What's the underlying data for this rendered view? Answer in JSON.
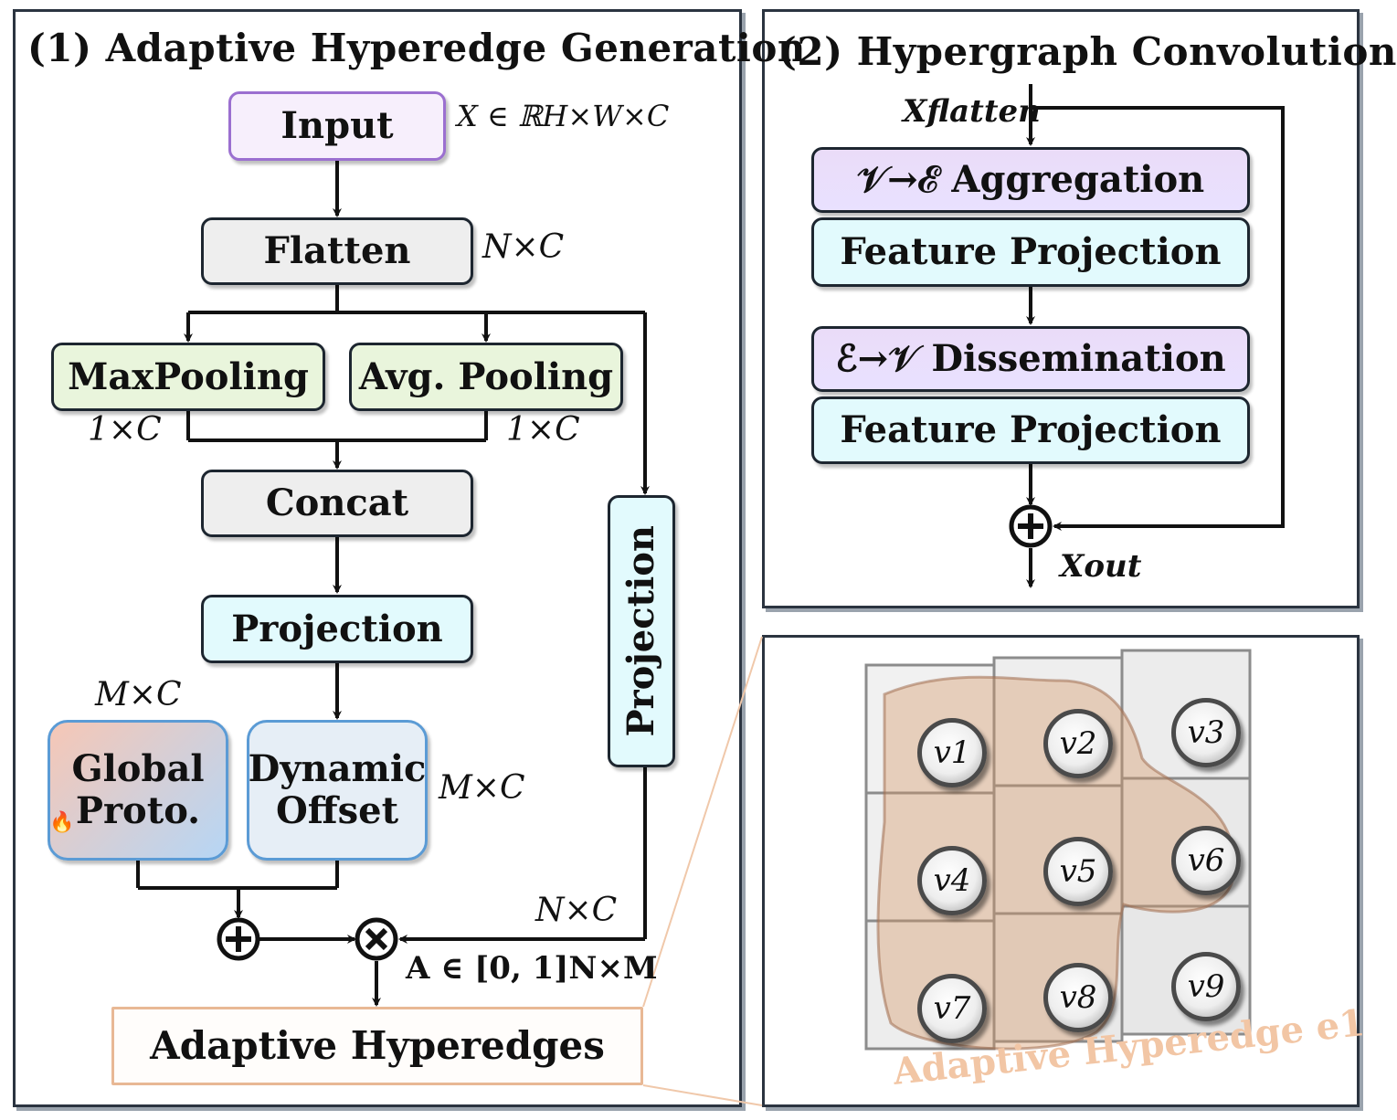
{
  "panel1": {
    "title": "(1) Adaptive Hyperedge Generation",
    "input_label": "Input",
    "input_dim": "X ∈ ℝH×W×C",
    "flatten_label": "Flatten",
    "flatten_dim": "N×C",
    "maxpool_label": "MaxPooling",
    "avgpool_label": "Avg. Pooling",
    "pool_dim_left": "1×C",
    "pool_dim_right": "1×C",
    "concat_label": "Concat",
    "projection_label": "Projection",
    "side_projection_label": "Projection",
    "proto_dim": "M×C",
    "global_proto_label": "Global Proto.",
    "dynamic_offset_label": "Dynamic Offset",
    "offset_dim": "M×C",
    "side_dim": "N×C",
    "assoc_label": "A ∈ [0, 1]N×M",
    "output_label": "Adaptive Hyperedges",
    "add_symbol": "⊕",
    "mul_symbol": "⊗",
    "flame_icon": "flame-icon"
  },
  "panel2": {
    "title": "(2) Hypergraph Convolution",
    "x_flatten": "Xflatten",
    "aggregation_label": "𝒱→ℰ Aggregation",
    "feature_projection_1": "Feature Projection",
    "dissemination_label": "ℰ→𝒱 Dissemination",
    "feature_projection_2": "Feature Projection",
    "x_out": "Xout",
    "add_symbol": "⊕"
  },
  "panel3": {
    "nodes": [
      "v1",
      "v2",
      "v3",
      "v4",
      "v5",
      "v6",
      "v7",
      "v8",
      "v9"
    ],
    "caption": "Adaptive Hyperedge e1"
  },
  "colors": {
    "border": "#2b3440",
    "input_border": "#9b6fd0",
    "pool_fill": "#e9f5dc",
    "proj_fill": "#e2fafd",
    "hyperedge_caption": "#f2c6a5"
  }
}
